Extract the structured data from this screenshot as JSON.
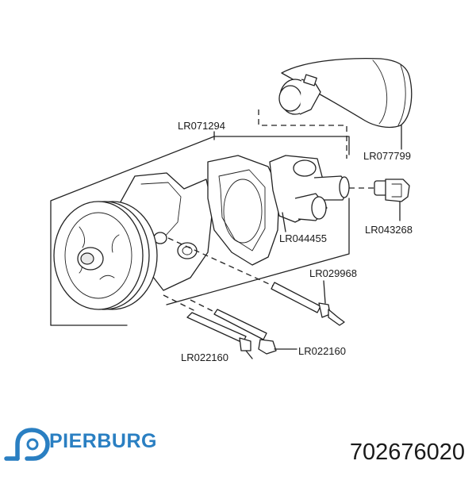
{
  "parts": {
    "lr071294": "LR071294",
    "lr077799": "LR077799",
    "lr043268": "LR043268",
    "lr044455": "LR044455",
    "lr029968": "LR029968",
    "lr022160_left": "LR022160",
    "lr022160_right": "LR022160"
  },
  "brand": {
    "name": "PIERBURG",
    "color": "#2a7fc2",
    "logo_icon": "pierburg-p-logo-icon"
  },
  "part_number": "702676020"
}
